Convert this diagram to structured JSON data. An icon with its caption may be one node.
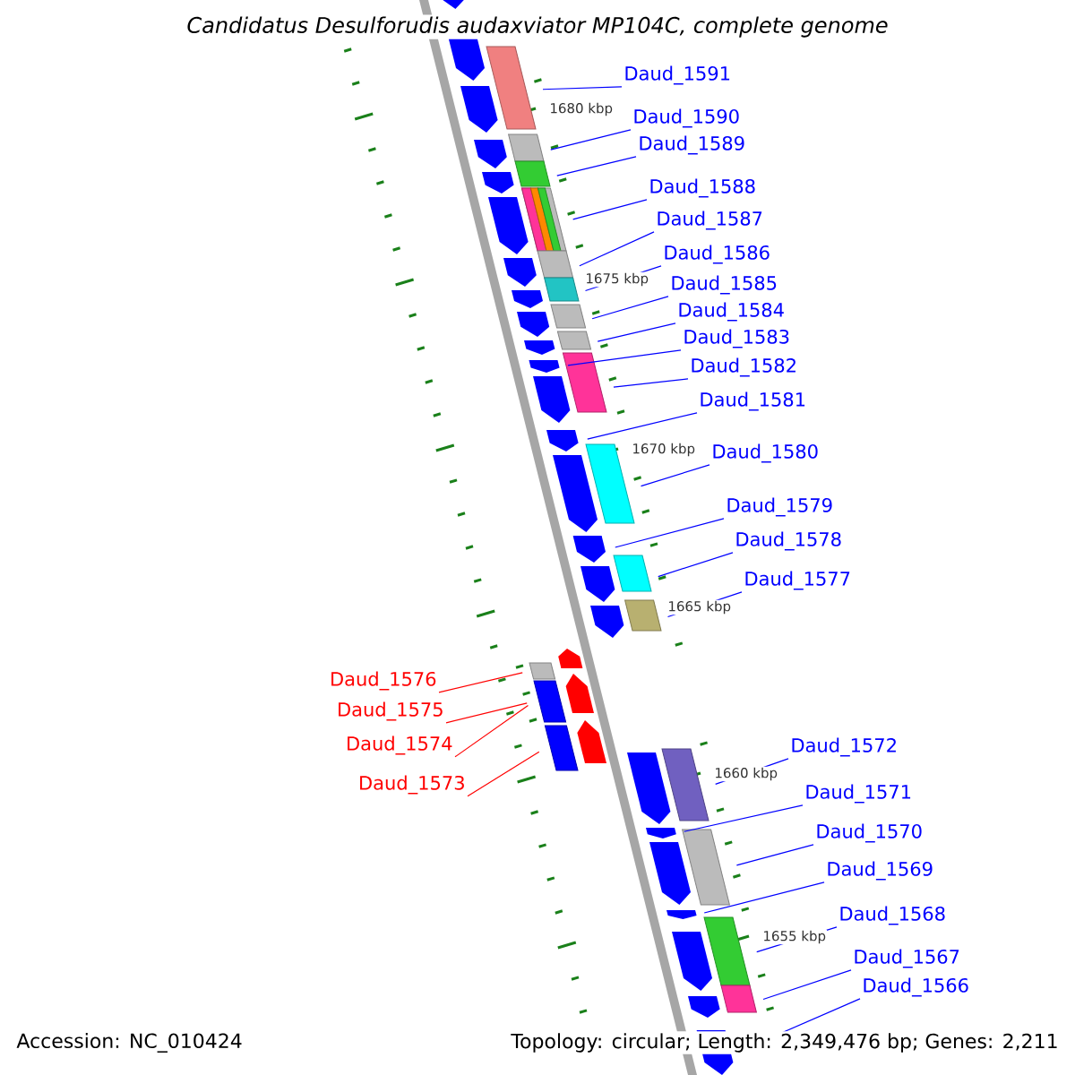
{
  "diagram": {
    "title": "Candidatus Desulforudis audaxviator MP104C, complete genome",
    "nodes": [
      {
        "text": [
          "Daud_1591"
        ]
      },
      {
        "text": [
          "Daud_1590"
        ]
      },
      {
        "text": [
          "Daud_1589"
        ]
      },
      {
        "text": [
          "Daud_1588"
        ]
      },
      {
        "text": [
          "Daud_1587"
        ]
      },
      {
        "text": [
          "Daud_1586"
        ]
      },
      {
        "text": [
          "Daud_1585"
        ]
      },
      {
        "text": [
          "Daud_1584"
        ]
      },
      {
        "text": [
          "Daud_1583"
        ]
      },
      {
        "text": [
          "Daud_1582"
        ]
      },
      {
        "text": [
          "Daud_1581"
        ]
      },
      {
        "text": [
          "Daud_1580"
        ]
      },
      {
        "text": [
          "Daud_1579"
        ]
      },
      {
        "text": [
          "Daud_1578"
        ]
      },
      {
        "text": [
          "Daud_1577"
        ]
      },
      {
        "text": [
          "Daud_1576"
        ]
      },
      {
        "text": [
          "Daud_1575"
        ]
      },
      {
        "text": [
          "Daud_1574"
        ]
      },
      {
        "text": [
          "Daud_1573"
        ]
      },
      {
        "text": [
          "Daud_1572"
        ]
      },
      {
        "text": [
          "Daud_1571"
        ]
      },
      {
        "text": [
          "Daud_1570"
        ]
      },
      {
        "text": [
          "Daud_1569"
        ]
      },
      {
        "text": [
          "Daud_1568"
        ]
      },
      {
        "text": [
          "Daud_1567"
        ]
      },
      {
        "text": [
          "Daud_1566"
        ]
      },
      {
        "text": [],
        "shape": "arrow"
      },
      {
        "text": [],
        "shape": "arrow"
      },
      {
        "text": [],
        "shape": "arrow"
      },
      {
        "text": [],
        "shape": "arrow"
      },
      {
        "text": [],
        "shape": "arrow"
      },
      {
        "text": [],
        "shape": "arrow"
      },
      {
        "text": [],
        "shape": "arrow"
      },
      {
        "text": [],
        "shape": "arrow"
      },
      {
        "text": [],
        "shape": "arrow"
      },
      {
        "text": [],
        "shape": "arrow"
      },
      {
        "text": [],
        "shape": "arrow"
      },
      {
        "text": [],
        "shape": "arrow"
      },
      {
        "text": [],
        "shape": "arrow"
      },
      {
        "text": [],
        "shape": "arrow"
      },
      {
        "text": [],
        "shape": "arrow"
      },
      {
        "text": [],
        "shape": "box"
      },
      {
        "text": [],
        "shape": "box"
      },
      {
        "text": [],
        "shape": "box"
      },
      {
        "text": [],
        "shape": "arrow"
      },
      {
        "text": [],
        "shape": "arrow"
      },
      {
        "text": [],
        "shape": "arrow"
      },
      {
        "text": [],
        "shape": "arrow"
      },
      {
        "text": [],
        "shape": "arrow"
      },
      {
        "text": [],
        "shape": "arrow"
      },
      {
        "text": [],
        "shape": "arrow"
      },
      {
        "text": [],
        "shape": "arrow"
      },
      {
        "text": [],
        "shape": "arrow"
      },
      {
        "text": [],
        "shape": "arrow"
      },
      {
        "text": [],
        "shape": "arrow"
      },
      {
        "text": [],
        "shape": "arrow"
      }
    ],
    "edges": [
      {
        "from": 0,
        "to": 26,
        "arrow": "none"
      },
      {
        "from": 1,
        "to": 27,
        "arrow": "none"
      },
      {
        "from": 2,
        "to": 28,
        "arrow": "none"
      },
      {
        "from": 3,
        "to": 29,
        "arrow": "none"
      },
      {
        "from": 4,
        "to": 30,
        "arrow": "none"
      },
      {
        "from": 5,
        "to": 31,
        "arrow": "none"
      },
      {
        "from": 6,
        "to": 32,
        "arrow": "none"
      },
      {
        "from": 7,
        "to": 33,
        "arrow": "none"
      },
      {
        "from": 8,
        "to": 34,
        "arrow": "none"
      },
      {
        "from": 9,
        "to": 35,
        "arrow": "none"
      },
      {
        "from": 10,
        "to": 36,
        "arrow": "none"
      },
      {
        "from": 11,
        "to": 37,
        "arrow": "none"
      },
      {
        "from": 12,
        "to": 38,
        "arrow": "none"
      },
      {
        "from": 13,
        "to": 39,
        "arrow": "none"
      },
      {
        "from": 14,
        "to": 40,
        "arrow": "none"
      },
      {
        "from": 15,
        "to": 41,
        "arrow": "none",
        "color": "#ff0000"
      },
      {
        "from": 16,
        "to": 42,
        "arrow": "none",
        "color": "#ff0000"
      },
      {
        "from": 17,
        "to": 42,
        "arrow": "none",
        "color": "#ff0000"
      },
      {
        "from": 18,
        "to": 43,
        "arrow": "none",
        "color": "#ff0000"
      },
      {
        "from": 19,
        "to": 44,
        "arrow": "none"
      },
      {
        "from": 20,
        "to": 45,
        "arrow": "none"
      },
      {
        "from": 21,
        "to": 46,
        "arrow": "none"
      },
      {
        "from": 22,
        "to": 47,
        "arrow": "none"
      },
      {
        "from": 23,
        "to": 48,
        "arrow": "none"
      },
      {
        "from": 24,
        "to": 49,
        "arrow": "none"
      },
      {
        "from": 25,
        "to": 50,
        "arrow": "none"
      }
    ],
    "labels": [
      "1680 kbp",
      "1675 kbp",
      "1670 kbp",
      "1665 kbp",
      "1660 kbp",
      "1655 kbp",
      "Accession: NC_010424",
      "Topology: circular; Length: 2,349,476 bp; Genes: 2,211"
    ]
  }
}
